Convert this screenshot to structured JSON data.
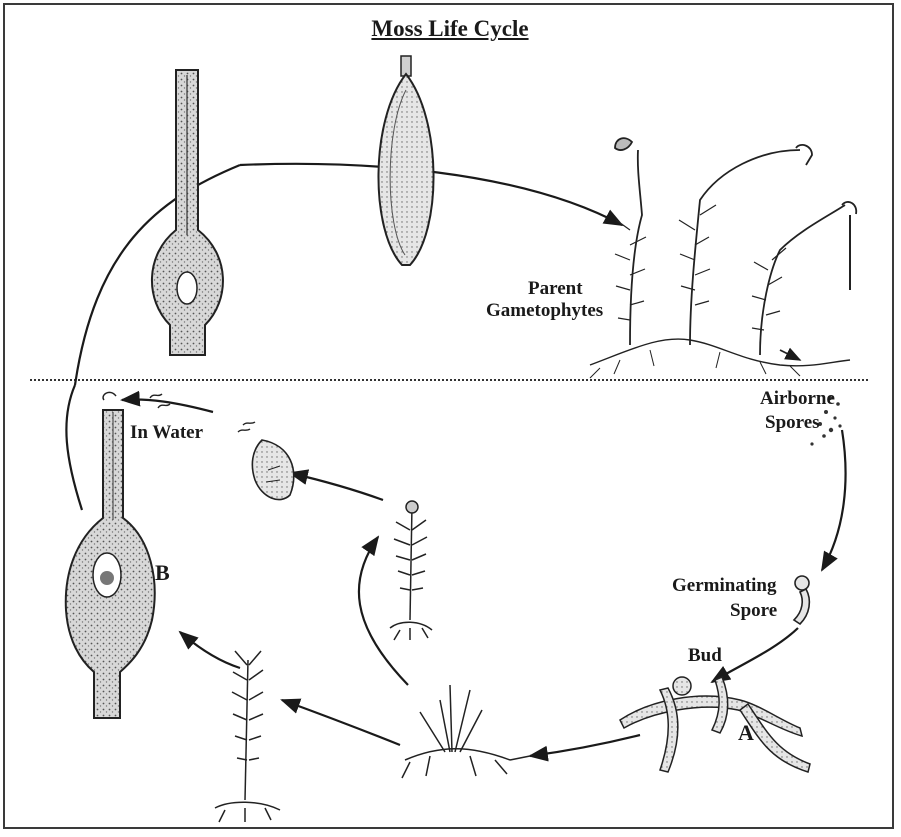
{
  "title": "Moss Life Cycle",
  "labels": {
    "parent_line1": "Parent",
    "parent_line2": "Gametophytes",
    "airborne_line1": "Airborne",
    "airborne_line2": "Spores",
    "in_water": "In Water",
    "germinating_line1": "Germinating",
    "germinating_line2": "Spore",
    "bud": "Bud",
    "label_a": "A",
    "label_b": "B"
  }
}
